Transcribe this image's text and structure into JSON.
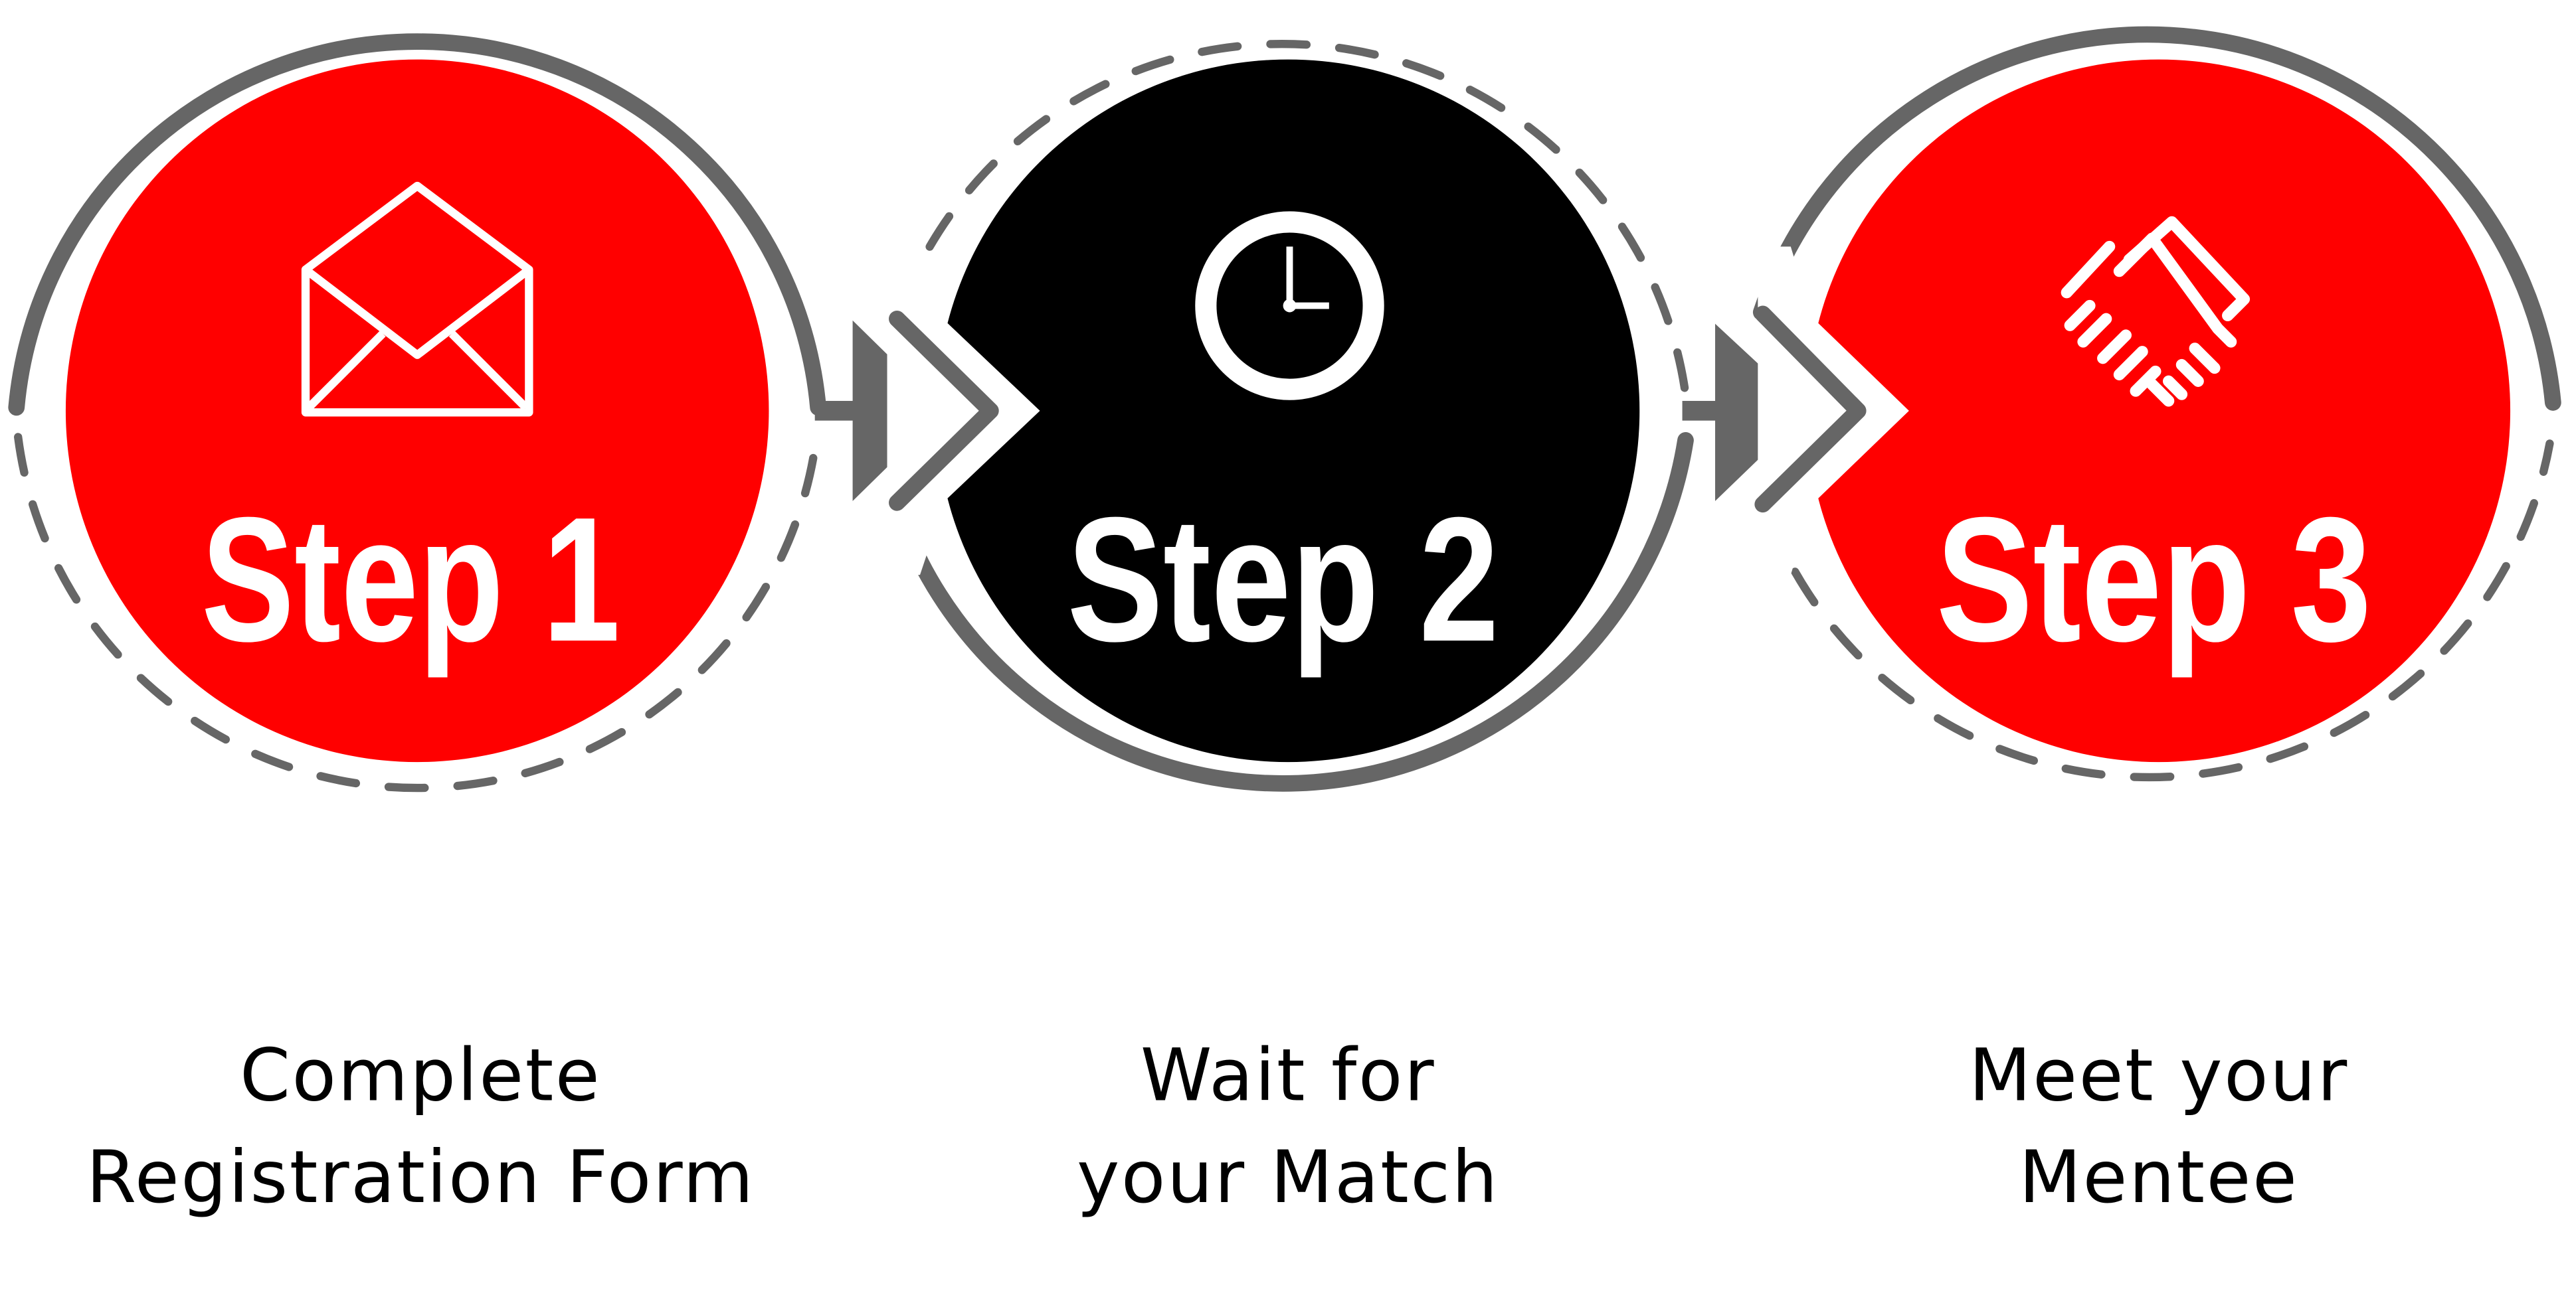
{
  "colors": {
    "red": "#ff0000",
    "black": "#000000",
    "gray": "#666666",
    "white": "#ffffff"
  },
  "steps": [
    {
      "title": "Step 1",
      "icon": "envelope-icon",
      "label_line1": "Complete",
      "label_line2": "Registration Form"
    },
    {
      "title": "Step 2",
      "icon": "clock-icon",
      "label_line1": "Wait for",
      "label_line2": "your Match"
    },
    {
      "title": "Step 3",
      "icon": "handshake-icon",
      "label_line1": "Meet your",
      "label_line2": "Mentee"
    }
  ]
}
